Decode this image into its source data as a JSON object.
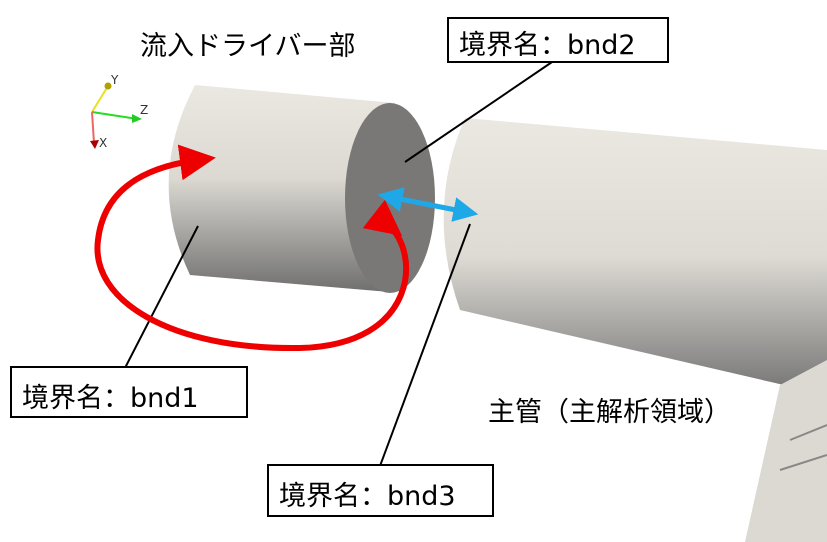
{
  "title": "流入ドライバー部",
  "boundaries": {
    "bnd1": "境界名：bnd1",
    "bnd2": "境界名：bnd2",
    "bnd3": "境界名：bnd3"
  },
  "main_pipe_label": "主管（主解析領域）",
  "axes": {
    "x": "X",
    "y": "Y",
    "z": "Z"
  },
  "colors": {
    "loop_arrow": "#ee0000",
    "link_arrow": "#1ea8e8",
    "pipe": "#e4e1da"
  }
}
